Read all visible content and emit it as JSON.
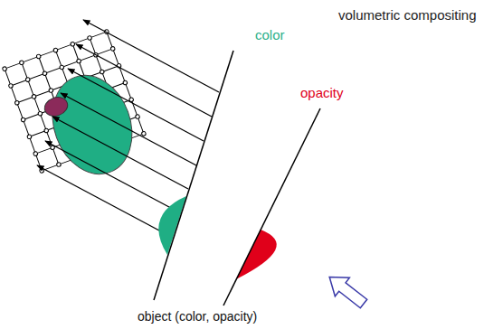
{
  "diagram": {
    "title": "volumetric compositing",
    "caption": "object (color, opacity)",
    "labels": [
      "color",
      "opacity"
    ]
  }
}
